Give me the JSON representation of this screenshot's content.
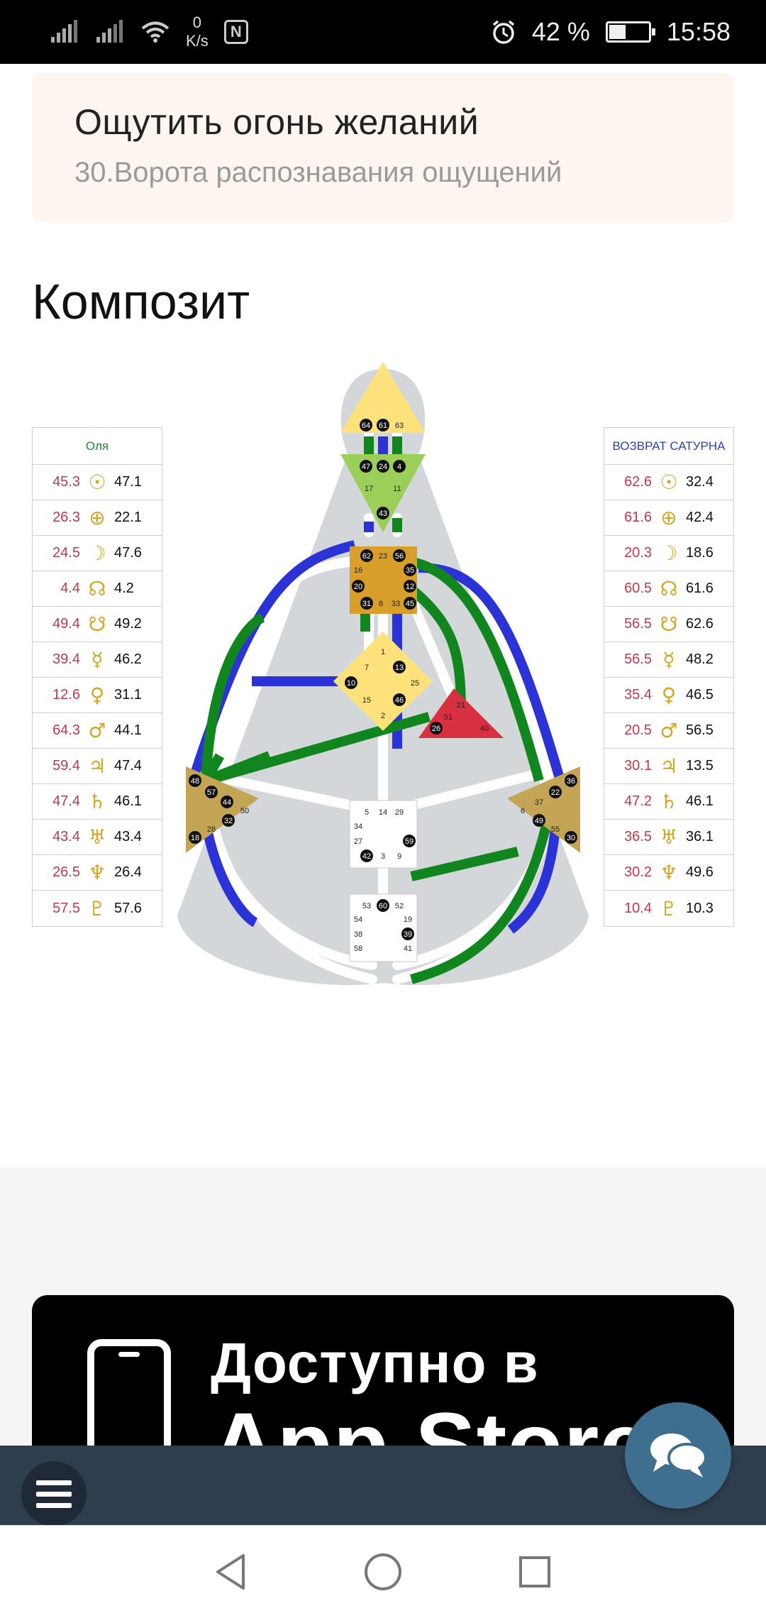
{
  "status_bar": {
    "net_speed_value": "0",
    "net_speed_unit": "K/s",
    "nfc_label": "N",
    "battery_percent_text": "42 %",
    "battery_level": 0.42,
    "time": "15:58",
    "icons": [
      "signal-icon",
      "signal-icon",
      "wifi-icon",
      "nfc-icon",
      "alarm-icon",
      "battery-icon"
    ]
  },
  "gate_card": {
    "title": "Ощутить огонь желаний",
    "subtitle": "30.Ворота распознавания ощущений"
  },
  "section": {
    "title": "Композит"
  },
  "left_table": {
    "header": "Оля",
    "header_color": "#1a8a2a",
    "rows": [
      {
        "planet": "sun",
        "symbol": "☉",
        "activation": "45.3",
        "value": "47.1"
      },
      {
        "planet": "earth",
        "symbol": "⊕",
        "activation": "26.3",
        "value": "22.1"
      },
      {
        "planet": "moon",
        "symbol": "☽",
        "activation": "24.5",
        "value": "47.6"
      },
      {
        "planet": "north-node",
        "symbol": "☊",
        "activation": "4.4",
        "value": "4.2"
      },
      {
        "planet": "south-node",
        "symbol": "☋",
        "activation": "49.4",
        "value": "49.2"
      },
      {
        "planet": "mercury",
        "symbol": "☿",
        "activation": "39.4",
        "value": "46.2"
      },
      {
        "planet": "venus",
        "symbol": "♀",
        "activation": "12.6",
        "value": "31.1"
      },
      {
        "planet": "mars",
        "symbol": "♂",
        "activation": "64.3",
        "value": "44.1"
      },
      {
        "planet": "jupiter",
        "symbol": "♃",
        "activation": "59.4",
        "value": "47.4"
      },
      {
        "planet": "saturn",
        "symbol": "♄",
        "activation": "47.4",
        "value": "46.1"
      },
      {
        "planet": "uranus",
        "symbol": "♅",
        "activation": "43.4",
        "value": "43.4"
      },
      {
        "planet": "neptune",
        "symbol": "♆",
        "activation": "26.5",
        "value": "26.4"
      },
      {
        "planet": "pluto",
        "symbol": "♇",
        "activation": "57.5",
        "value": "57.6"
      }
    ]
  },
  "right_table": {
    "header": "ВОЗВРАТ САТУРНА",
    "header_color": "#2b3fb0",
    "rows": [
      {
        "planet": "sun",
        "symbol": "☉",
        "activation": "62.6",
        "value": "32.4"
      },
      {
        "planet": "earth",
        "symbol": "⊕",
        "activation": "61.6",
        "value": "42.4"
      },
      {
        "planet": "moon",
        "symbol": "☽",
        "activation": "20.3",
        "value": "18.6"
      },
      {
        "planet": "north-node",
        "symbol": "☊",
        "activation": "60.5",
        "value": "61.6"
      },
      {
        "planet": "south-node",
        "symbol": "☋",
        "activation": "56.5",
        "value": "62.6"
      },
      {
        "planet": "mercury",
        "symbol": "☿",
        "activation": "56.5",
        "value": "48.2"
      },
      {
        "planet": "venus",
        "symbol": "♀",
        "activation": "35.4",
        "value": "46.5"
      },
      {
        "planet": "mars",
        "symbol": "♂",
        "activation": "20.5",
        "value": "56.5"
      },
      {
        "planet": "jupiter",
        "symbol": "♃",
        "activation": "30.1",
        "value": "13.5"
      },
      {
        "planet": "saturn",
        "symbol": "♄",
        "activation": "47.2",
        "value": "46.1"
      },
      {
        "planet": "uranus",
        "symbol": "♅",
        "activation": "36.5",
        "value": "36.1"
      },
      {
        "planet": "neptune",
        "symbol": "♆",
        "activation": "30.2",
        "value": "49.6"
      },
      {
        "planet": "pluto",
        "symbol": "♇",
        "activation": "10.4",
        "value": "10.3"
      }
    ]
  },
  "bodygraph": {
    "colors": {
      "background": "#d3d7da",
      "channel_empty": "#ffffff",
      "person_a": "#11851e",
      "person_b": "#2b33d6",
      "head": "#fde17a",
      "ajna": "#9ccf5a",
      "throat": "#d8a02a",
      "g_center": "#fde17a",
      "ego": "#d83040",
      "spleen": "#c4a455",
      "sacral": "#ffffff",
      "solar_plexus": "#c4a455",
      "root": "#ffffff"
    },
    "centers": {
      "head": [
        "64",
        "61",
        "63"
      ],
      "ajna": [
        "47",
        "24",
        "4",
        "17",
        "11",
        "43"
      ],
      "throat": [
        "62",
        "23",
        "56",
        "16",
        "35",
        "20",
        "12",
        "31",
        "8",
        "33",
        "45"
      ],
      "g_center": [
        "1",
        "7",
        "13",
        "10",
        "25",
        "15",
        "46",
        "2"
      ],
      "ego": [
        "21",
        "51",
        "26",
        "40"
      ],
      "spleen": [
        "48",
        "57",
        "44",
        "50",
        "32",
        "28",
        "18"
      ],
      "solar_plexus": [
        "36",
        "22",
        "37",
        "6",
        "49",
        "55",
        "30"
      ],
      "sacral": [
        "5",
        "14",
        "29",
        "34",
        "27",
        "59",
        "42",
        "3",
        "9"
      ],
      "root": [
        "53",
        "60",
        "52",
        "54",
        "19",
        "38",
        "39",
        "58",
        "41"
      ]
    }
  },
  "appstore_banner": {
    "line1": "Доступно в",
    "line2": "App Store"
  },
  "toolbar": {
    "menu_icon": "hamburger-menu-icon",
    "chat_icon": "chat-bubbles-icon"
  },
  "navbar": {
    "icons": [
      "back-icon",
      "home-icon",
      "recents-icon"
    ]
  }
}
